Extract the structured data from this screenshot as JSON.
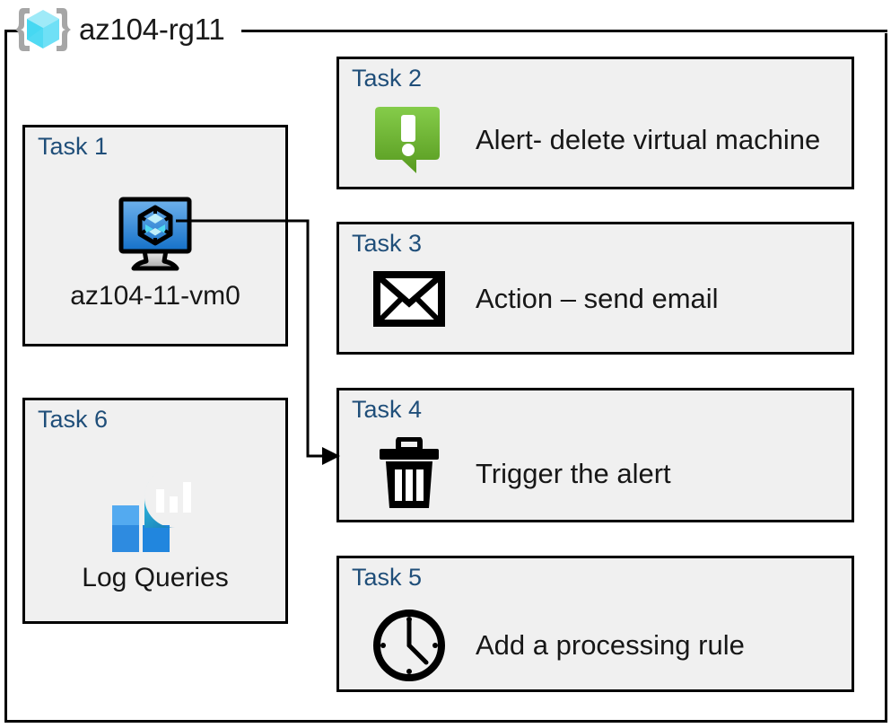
{
  "resource_group": {
    "name": "az104-rg11",
    "icon": "resource-group-cube-icon",
    "icon_colors": {
      "cube_light": "#6FE3F5",
      "cube_mid": "#3FD4EE",
      "cube_dark": "#A9EEF9",
      "bracket": "#A6A6A6"
    }
  },
  "colors": {
    "card_fill": "#F0F0F0",
    "card_border": "#000000",
    "task_label": "#1F4E79",
    "body_text": "#171717",
    "connector": "#000000",
    "alert_green_light": "#7CC442",
    "alert_green_dark": "#5B9B22",
    "vm_blue_light": "#5FA9E8",
    "vm_blue_dark": "#1470C8",
    "log_square_light": "#4FA6EF",
    "log_square_mid": "#2E8BE0",
    "log_drop_top": "#32CDEB",
    "log_drop_bottom": "#1C8BBE"
  },
  "tasks": [
    {
      "id": "task-1",
      "label": "Task 1",
      "text": "az104-11-vm0",
      "icon": "virtual-machine-icon",
      "orientation": "vertical"
    },
    {
      "id": "task-2",
      "label": "Task 2",
      "text": "Alert- delete virtual machine",
      "icon": "alert-bubble-icon",
      "orientation": "horizontal"
    },
    {
      "id": "task-3",
      "label": "Task 3",
      "text": "Action – send email",
      "icon": "envelope-icon",
      "orientation": "horizontal"
    },
    {
      "id": "task-4",
      "label": "Task 4",
      "text": "Trigger the alert",
      "icon": "trash-can-icon",
      "orientation": "horizontal"
    },
    {
      "id": "task-5",
      "label": "Task 5",
      "text": "Add a processing rule",
      "icon": "clock-icon",
      "orientation": "horizontal"
    },
    {
      "id": "task-6",
      "label": "Task 6",
      "text": "Log Queries",
      "icon": "log-analytics-icon",
      "orientation": "vertical"
    }
  ],
  "connector": {
    "name": "vm-to-trigger-arrow",
    "from": "task-1",
    "to": "task-4",
    "style": "orthogonal-elbow-with-arrowhead"
  }
}
